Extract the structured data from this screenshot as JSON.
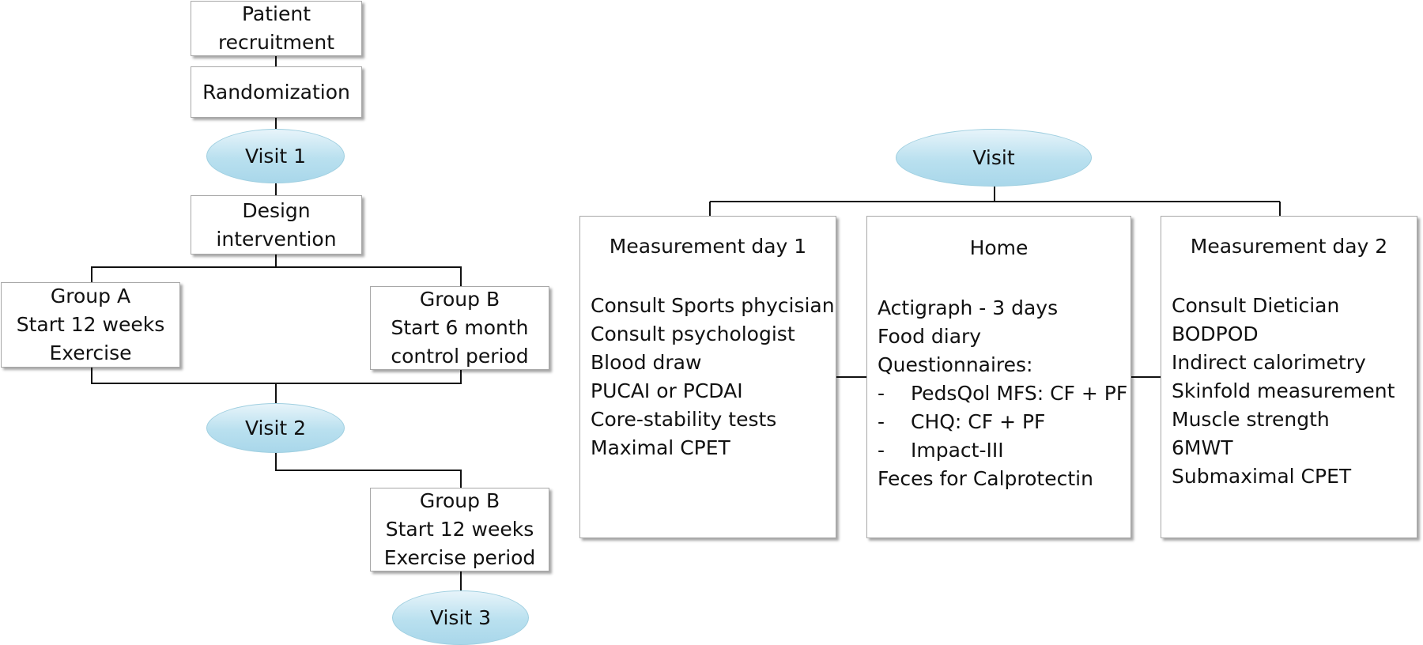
{
  "flow": {
    "patient_recruitment": [
      "Patient",
      "recruitment"
    ],
    "randomization": "Randomization",
    "visit1": "Visit 1",
    "design_intervention": [
      "Design",
      "intervention"
    ],
    "group_a": [
      "Group A",
      "Start 12 weeks",
      "Exercise"
    ],
    "group_b_control": [
      "Group B",
      "Start 6 month",
      "control period"
    ],
    "visit2": "Visit 2",
    "group_b_exercise": [
      "Group B",
      "Start 12 weeks",
      "Exercise period"
    ],
    "visit3": "Visit 3"
  },
  "visit_detail": {
    "visit": "Visit",
    "measurement_day1": {
      "title": "Measurement day 1",
      "items": [
        "Consult Sports phycisian",
        "Consult psychologist",
        "Blood draw",
        "PUCAI or PCDAI",
        "Core-stability tests",
        "Maximal CPET"
      ]
    },
    "home": {
      "title": "Home",
      "items": [
        "Actigraph - 3 days",
        "Food diary",
        "Questionnaires:"
      ],
      "bullet": "-",
      "subitems": [
        "PedsQol MFS: CF + PF",
        "CHQ: CF + PF",
        "Impact-III"
      ],
      "footer": "Feces for Calprotectin"
    },
    "measurement_day2": {
      "title": "Measurement day 2",
      "items": [
        "Consult Dietician",
        "BODPOD",
        "Indirect calorimetry",
        "Skinfold measurement",
        "Muscle strength",
        "6MWT",
        "Submaximal CPET"
      ]
    }
  },
  "colors": {
    "ellipse_fill": "#b9e0ef",
    "line": "#111111",
    "box_border": "#a8a8a8"
  }
}
